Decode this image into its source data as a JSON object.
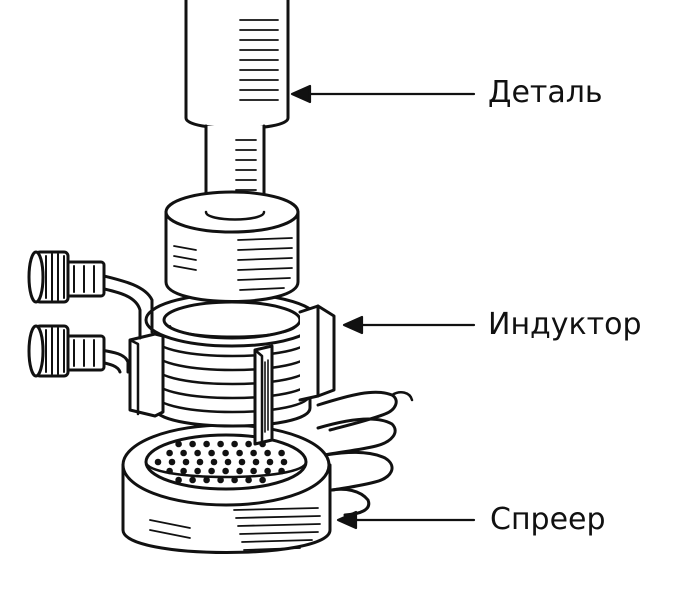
{
  "labels": {
    "detail": "Деталь",
    "inductor": "Индуктор",
    "sprayer": "Спреер"
  },
  "colors": {
    "ink": "#111111",
    "paper": "#ffffff"
  }
}
